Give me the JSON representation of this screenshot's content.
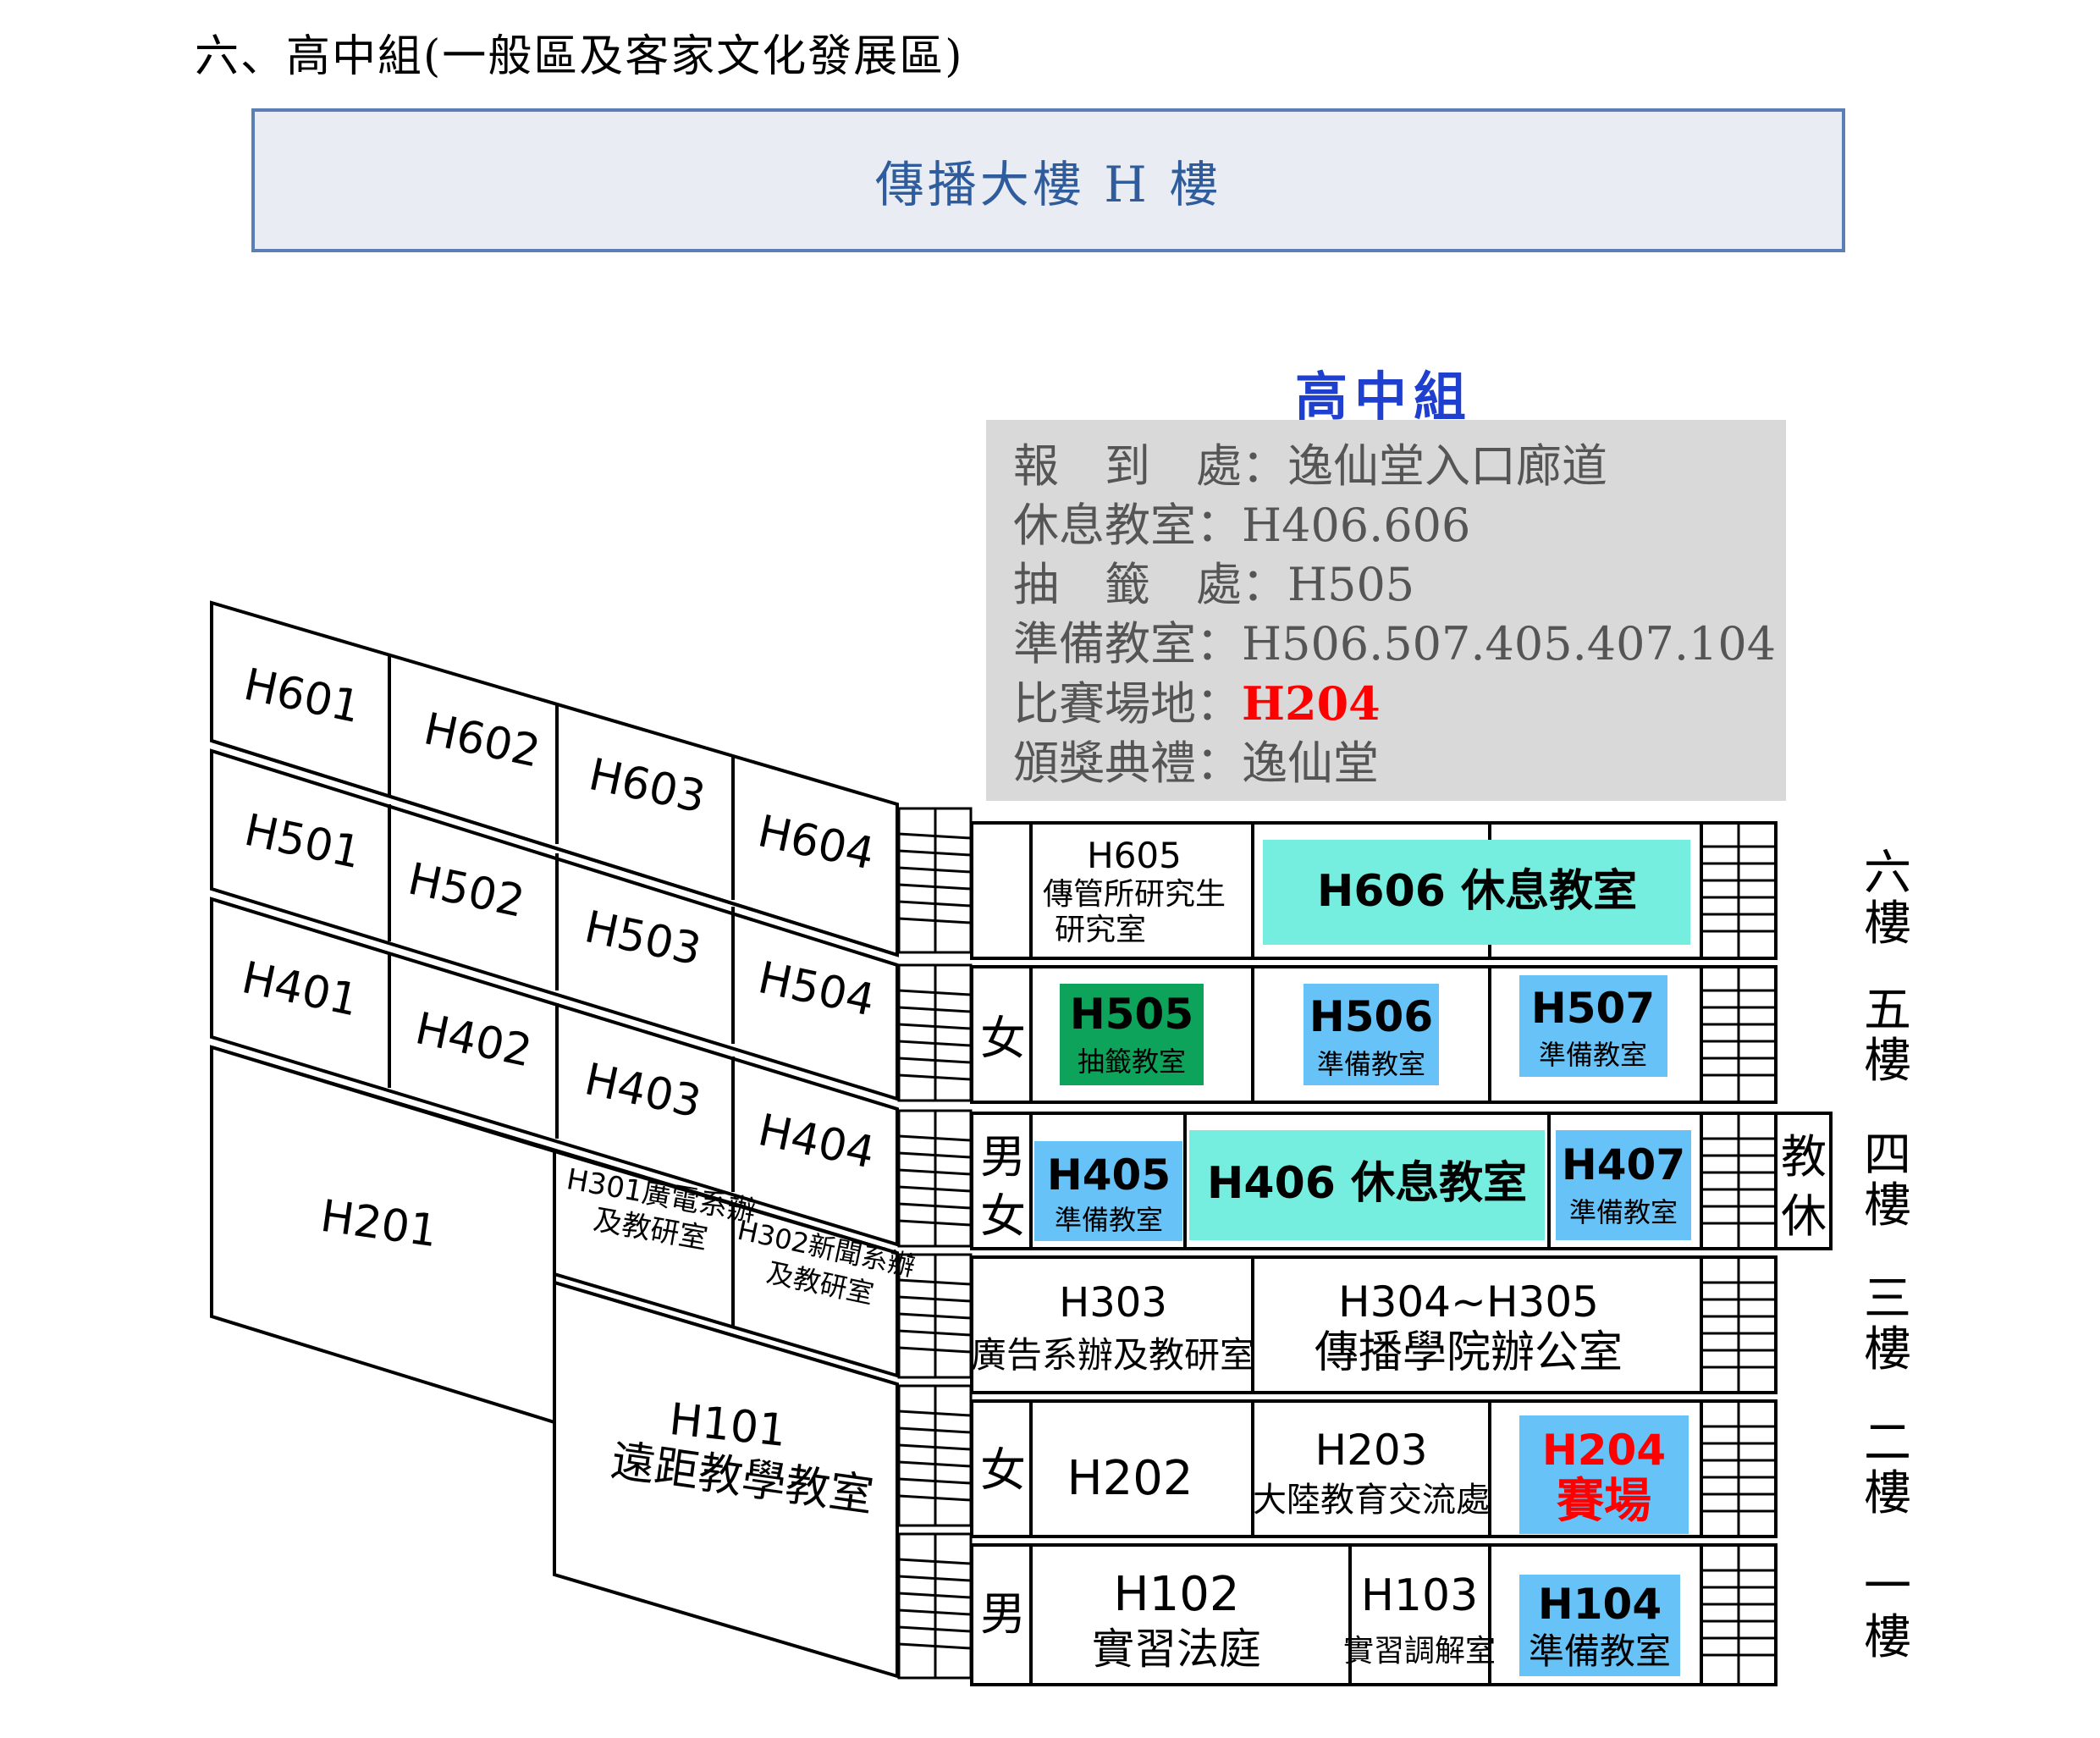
{
  "section_heading": "六、高中組(一般區及客家文化發展區)",
  "building_title": "傳播大樓 H 樓",
  "group_title": "高中組",
  "info": {
    "rows": [
      {
        "label": "報　到　處：",
        "value": "逸仙堂入口廊道"
      },
      {
        "label": "休息教室：",
        "value": "H406.606"
      },
      {
        "label": "抽　籤　處：",
        "value": "H505"
      },
      {
        "label": "準備教室：",
        "value": "H506.507.405.407.104"
      },
      {
        "label": "比賽場地：",
        "value": "H204"
      },
      {
        "label": "頒獎典禮：",
        "value": "逸仙堂"
      }
    ]
  },
  "floor_labels": [
    "六樓",
    "五樓",
    "四樓",
    "三樓",
    "二樓",
    "一樓"
  ],
  "left_wing_rooms": {
    "h601": "H601",
    "h602": "H602",
    "h603": "H603",
    "h604": "H604",
    "h501": "H501",
    "h502": "H502",
    "h503": "H503",
    "h504": "H504",
    "h401": "H401",
    "h402": "H402",
    "h403": "H403",
    "h404": "H404",
    "h201": "H201",
    "h301_a": "H301廣電系辦",
    "h301_b": "及教研室",
    "h302_a": "H302新聞系辦",
    "h302_b": "及教研室",
    "h101_a": "H101",
    "h101_b": "遠距教學教室"
  },
  "rooms": {
    "h605": {
      "code": "H605",
      "line1": "傳管所研究生",
      "line2": "研究室"
    },
    "h606": {
      "label": "H606 休息教室"
    },
    "h505": {
      "code": "H505",
      "sub": "抽籤教室"
    },
    "h506": {
      "code": "H506",
      "sub": "準備教室"
    },
    "h507": {
      "code": "H507",
      "sub": "準備教室"
    },
    "h405": {
      "code": "H405",
      "sub": "準備教室"
    },
    "h406": {
      "label": "H406 休息教室"
    },
    "h407": {
      "code": "H407",
      "sub": "準備教室"
    },
    "h303": {
      "code": "H303",
      "sub": "廣告系辦及教研室"
    },
    "h304": {
      "code": "H304~H305",
      "sub": "傳播學院辦公室"
    },
    "h202": {
      "code": "H202"
    },
    "h203": {
      "code": "H203",
      "sub": "大陸教育交流處"
    },
    "h204": {
      "code": "H204",
      "sub": "賽場"
    },
    "h102": {
      "code": "H102",
      "sub": "實習法庭"
    },
    "h103": {
      "code": "H103",
      "sub": "實習調解室"
    },
    "h104": {
      "code": "H104",
      "sub": "準備教室"
    }
  },
  "restrooms": {
    "female": "女",
    "male": "男"
  },
  "faculty_lounge": {
    "char1": "教",
    "char2": "休"
  },
  "colors": {
    "teal": "#76eedf",
    "light_blue": "#66c2f7",
    "green": "#0ea35a",
    "red": "#ff0000",
    "info_bg": "#d9d9d9",
    "group_title": "#1f3fcf"
  }
}
